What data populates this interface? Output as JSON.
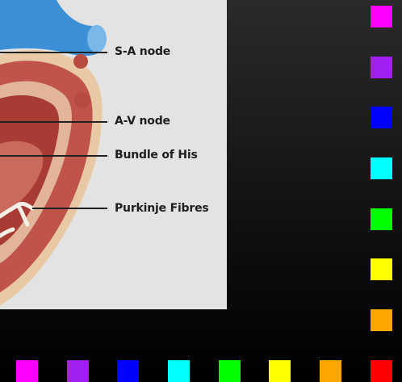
{
  "diagram": {
    "labels": {
      "sa_node": "S-A node",
      "av_node": "A-V node",
      "bundle_of_his": "Bundle of His",
      "purkinje_fibres": "Purkinje Fibres"
    }
  },
  "colors": {
    "panel_background": "#e3e3e3",
    "vessel": "#3d8fd6",
    "myocardium": "#c0544a",
    "chamber_wall": "#a83c34",
    "pericardium": "#e8c9a4",
    "leader_line": "#222222",
    "right_column_swatches": [
      "#ff00ff",
      "#a020f0",
      "#0000ff",
      "#00ffff",
      "#00ff00",
      "#ffff00",
      "#ffa500"
    ],
    "bottom_row_swatches": [
      "#ff00ff",
      "#a020f0",
      "#0000ff",
      "#00ffff",
      "#00ff00",
      "#ffff00",
      "#ffa500",
      "#ff0000"
    ]
  }
}
